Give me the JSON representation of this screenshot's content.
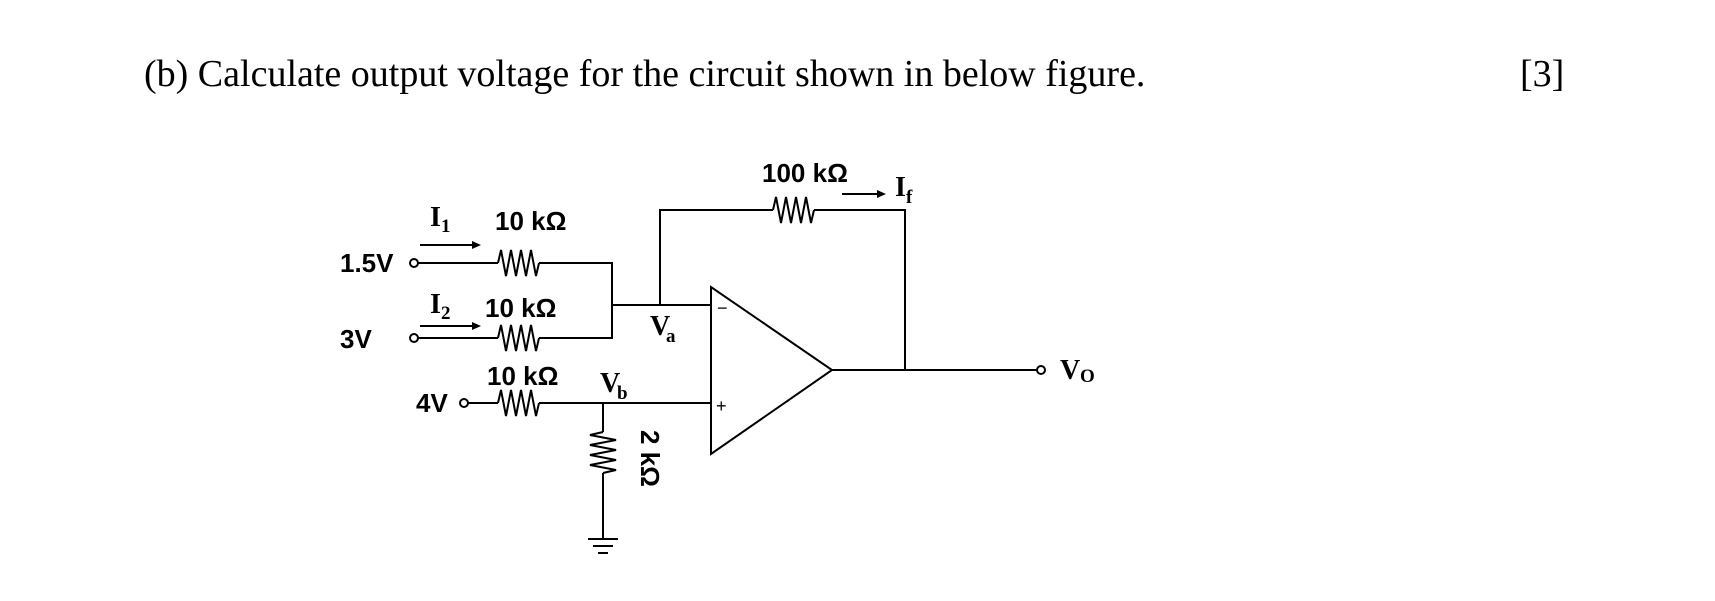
{
  "question": {
    "text": "(b) Calculate output voltage for the circuit shown in below figure.",
    "marks": "[3]"
  },
  "circuit": {
    "inputs": {
      "v1": "1.5V",
      "v2": "3V",
      "v3": "4V"
    },
    "resistors": {
      "r1": "10 kΩ",
      "r2": "10 kΩ",
      "r3": "10 kΩ",
      "rf": "100 kΩ",
      "rg": "2 kΩ"
    },
    "currents": {
      "i1": "I",
      "i1_sub": "1",
      "i2": "I",
      "i2_sub": "2",
      "if": "I",
      "if_sub": "f"
    },
    "nodes": {
      "va": "V",
      "va_sub": "a",
      "vb": "V",
      "vb_sub": "b",
      "vo": "V",
      "vo_sub": "O"
    },
    "opamp": {
      "inverting": "−",
      "noninverting": "+"
    }
  }
}
